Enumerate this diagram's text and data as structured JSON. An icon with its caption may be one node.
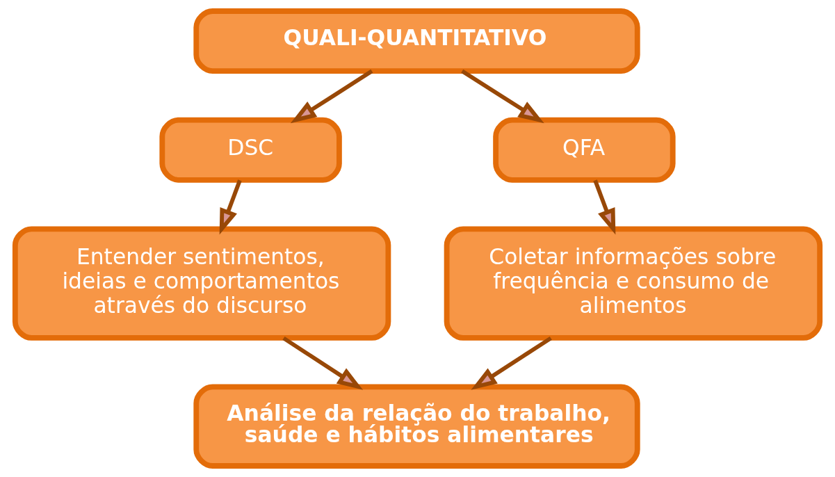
{
  "diagram": {
    "nodes": [
      {
        "text": [
          "QUALI-QUANTITATIVO"
        ]
      },
      {
        "text": [
          "DSC"
        ]
      },
      {
        "text": [
          "QFA"
        ]
      },
      {
        "text": [
          "Entender sentimentos, ideias e comportamentos através do discurso"
        ]
      },
      {
        "text": [
          "Coletar informações sobre frequência e consumo de alimentos"
        ]
      },
      {
        "text": [
          "Análise da relação do trabalho, saúde e hábitos alimentares"
        ]
      }
    ],
    "edges": [
      {
        "from": 0,
        "to": 1,
        "arrow": "to"
      },
      {
        "from": 0,
        "to": 2,
        "arrow": "to"
      },
      {
        "from": 1,
        "to": 3,
        "arrow": "to"
      },
      {
        "from": 2,
        "to": 4,
        "arrow": "to"
      },
      {
        "from": 3,
        "to": 5,
        "arrow": "to"
      },
      {
        "from": 4,
        "to": 5,
        "arrow": "to"
      }
    ]
  }
}
